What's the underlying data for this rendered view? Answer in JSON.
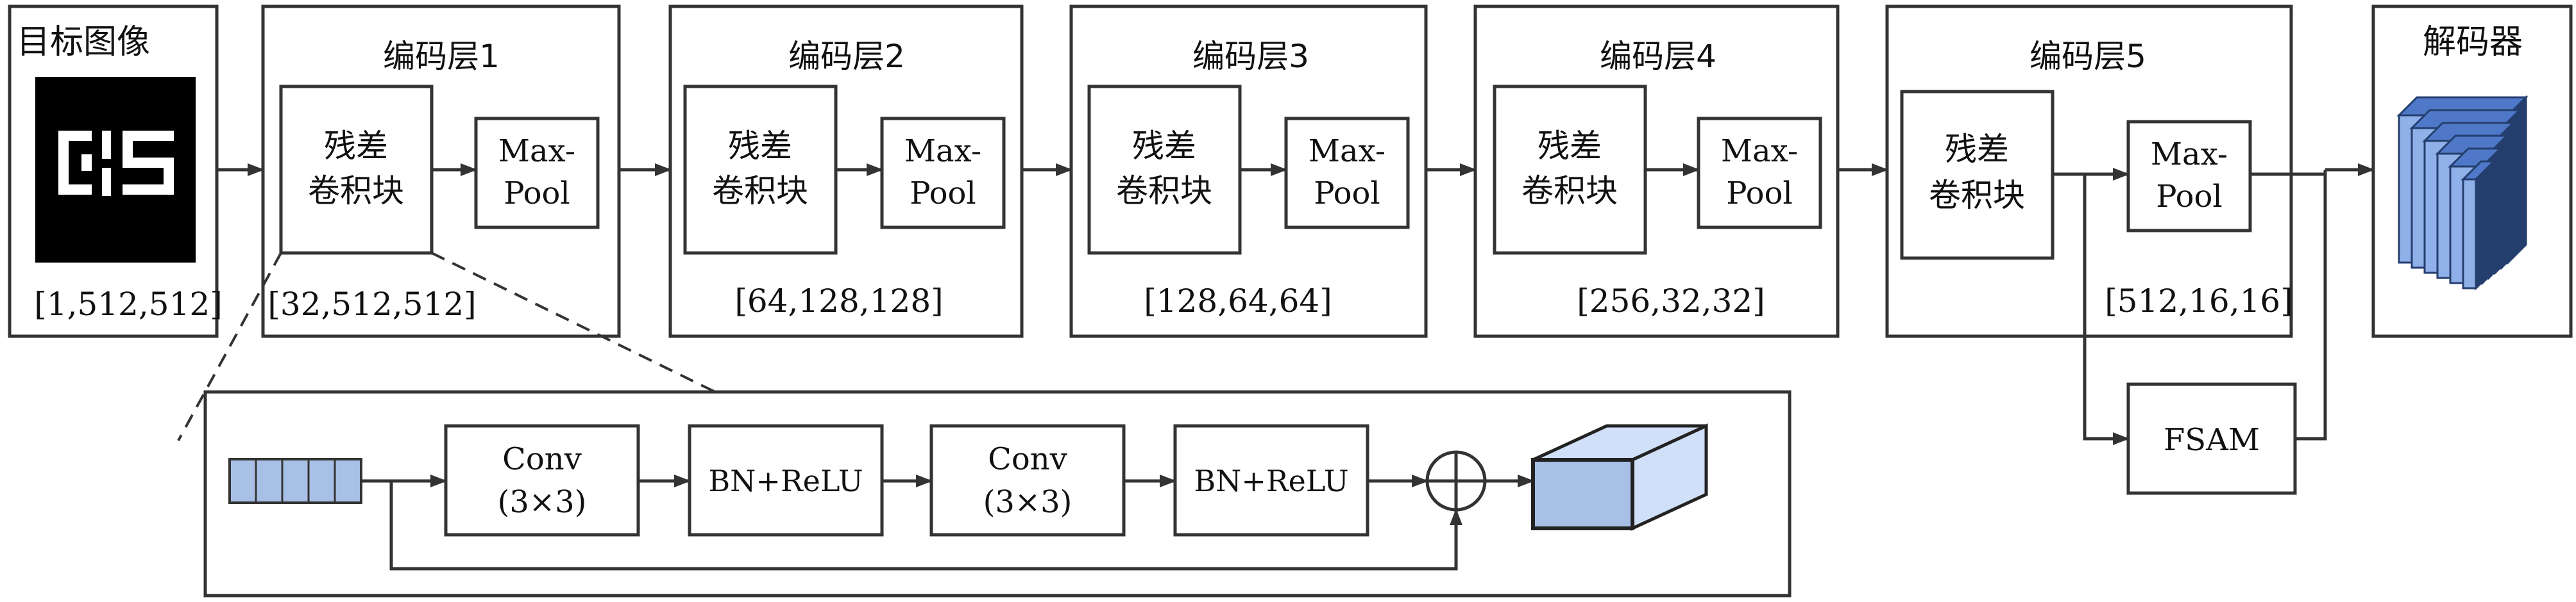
{
  "input": {
    "title": "目标图像",
    "shape": "[1,512,512]"
  },
  "encoders": [
    {
      "title": "编码层1",
      "res_block": [
        "残差",
        "卷积块"
      ],
      "pool": [
        "Max-",
        "Pool"
      ],
      "shape": "[32,512,512]"
    },
    {
      "title": "编码层2",
      "res_block": [
        "残差",
        "卷积块"
      ],
      "pool": [
        "Max-",
        "Pool"
      ],
      "shape": "[64,128,128]"
    },
    {
      "title": "编码层3",
      "res_block": [
        "残差",
        "卷积块"
      ],
      "pool": [
        "Max-",
        "Pool"
      ],
      "shape": "[128,64,64]"
    },
    {
      "title": "编码层4",
      "res_block": [
        "残差",
        "卷积块"
      ],
      "pool": [
        "Max-",
        "Pool"
      ],
      "shape": "[256,32,32]"
    },
    {
      "title": "编码层5",
      "res_block": [
        "残差",
        "卷积块"
      ],
      "pool": [
        "Max-",
        "Pool"
      ],
      "shape": "[512,16,16]"
    }
  ],
  "fsam": {
    "label": "FSAM"
  },
  "decoder": {
    "title": "解码器"
  },
  "detail": {
    "conv1": [
      "Conv",
      "(3×3)"
    ],
    "bnrelu1": "BN+ReLU",
    "conv2": [
      "Conv",
      "(3×3)"
    ],
    "bnrelu2": "BN+ReLU"
  },
  "colors": {
    "stroke": "#333333",
    "block_blue": "#a9c0e6",
    "block_light": "#cfe0f8",
    "slab_dark": "#243e6e",
    "slab_face": "#8fb0e8",
    "slab_top": "#4f79c8"
  }
}
